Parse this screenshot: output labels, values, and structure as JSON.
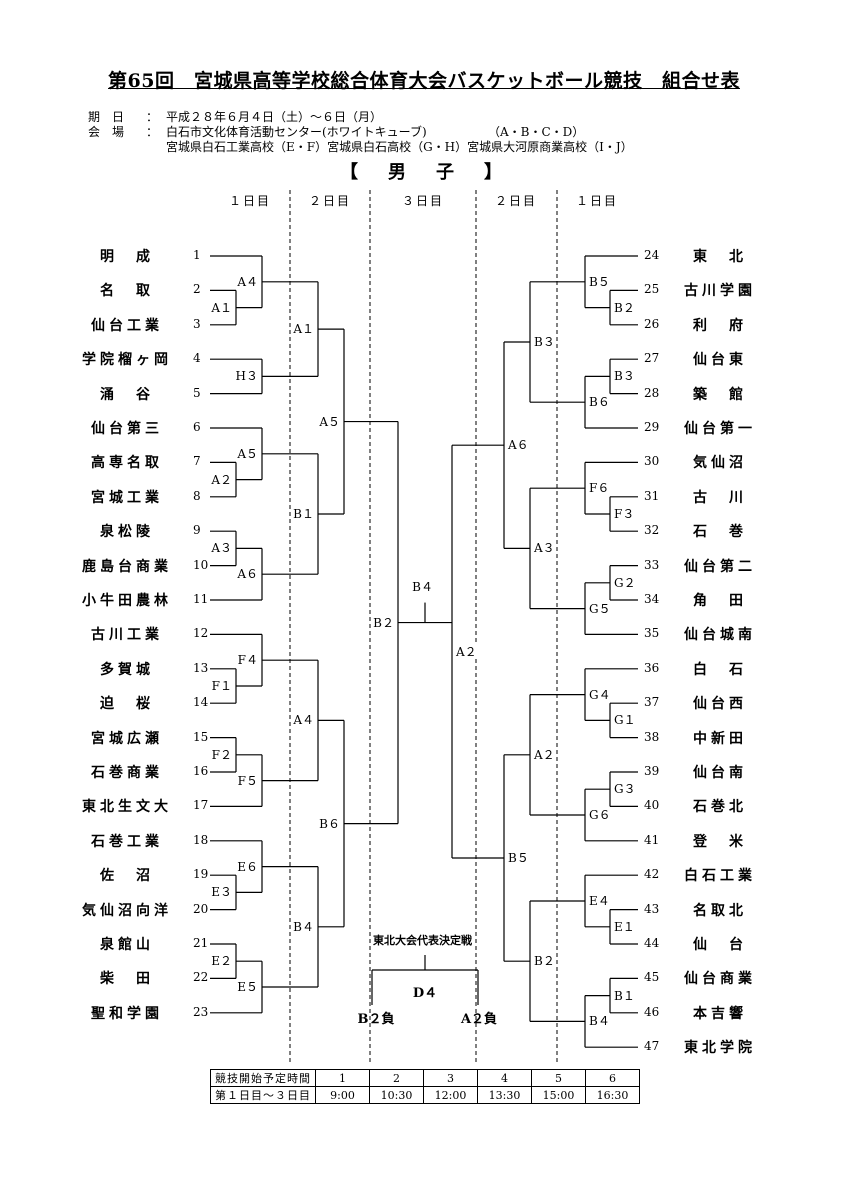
{
  "title": "第65回　宮城県高等学校総合体育大会バスケットボール競技　組合せ表",
  "info": {
    "date_label": "期　日",
    "date_colon": "：",
    "date_value": "平成２８年６月４日（土）～６日（月）",
    "venue_label": "会　場",
    "venue_colon": "：",
    "venue_line1": "白石市文化体育活動センター(ホワイトキューブ)",
    "venue_line1_courts": "（A・B・C・D）",
    "venue_line2": "宮城県白石工業高校（E・F）宮城県白石高校（G・H）宮城県大河原商業高校（I・J）"
  },
  "section_title": "【　男　子　】",
  "day_headers": [
    "１日目",
    "２日目",
    "３日目",
    "２日目",
    "１日目"
  ],
  "left_teams": [
    {
      "seed": "1",
      "name": "明　成"
    },
    {
      "seed": "2",
      "name": "名　取"
    },
    {
      "seed": "3",
      "name": "仙台工業"
    },
    {
      "seed": "4",
      "name": "学院榴ヶ岡"
    },
    {
      "seed": "5",
      "name": "涌　谷"
    },
    {
      "seed": "6",
      "name": "仙台第三"
    },
    {
      "seed": "7",
      "name": "高専名取"
    },
    {
      "seed": "8",
      "name": "宮城工業"
    },
    {
      "seed": "9",
      "name": "泉松陵"
    },
    {
      "seed": "10",
      "name": "鹿島台商業"
    },
    {
      "seed": "11",
      "name": "小牛田農林"
    },
    {
      "seed": "12",
      "name": "古川工業"
    },
    {
      "seed": "13",
      "name": "多賀城"
    },
    {
      "seed": "14",
      "name": "迫　桜"
    },
    {
      "seed": "15",
      "name": "宮城広瀬"
    },
    {
      "seed": "16",
      "name": "石巻商業"
    },
    {
      "seed": "17",
      "name": "東北生文大"
    },
    {
      "seed": "18",
      "name": "石巻工業"
    },
    {
      "seed": "19",
      "name": "佐　沼"
    },
    {
      "seed": "20",
      "name": "気仙沼向洋"
    },
    {
      "seed": "21",
      "name": "泉館山"
    },
    {
      "seed": "22",
      "name": "柴　田"
    },
    {
      "seed": "23",
      "name": "聖和学園"
    }
  ],
  "right_teams": [
    {
      "seed": "24",
      "name": "東　北"
    },
    {
      "seed": "25",
      "name": "古川学園"
    },
    {
      "seed": "26",
      "name": "利　府"
    },
    {
      "seed": "27",
      "name": "仙台東"
    },
    {
      "seed": "28",
      "name": "築　館"
    },
    {
      "seed": "29",
      "name": "仙台第一"
    },
    {
      "seed": "30",
      "name": "気仙沼"
    },
    {
      "seed": "31",
      "name": "古　川"
    },
    {
      "seed": "32",
      "name": "石　巻"
    },
    {
      "seed": "33",
      "name": "仙台第二"
    },
    {
      "seed": "34",
      "name": "角　田"
    },
    {
      "seed": "35",
      "name": "仙台城南"
    },
    {
      "seed": "36",
      "name": "白　石"
    },
    {
      "seed": "37",
      "name": "仙台西"
    },
    {
      "seed": "38",
      "name": "中新田"
    },
    {
      "seed": "39",
      "name": "仙台南"
    },
    {
      "seed": "40",
      "name": "石巻北"
    },
    {
      "seed": "41",
      "name": "登　米"
    },
    {
      "seed": "42",
      "name": "白石工業"
    },
    {
      "seed": "43",
      "name": "名取北"
    },
    {
      "seed": "44",
      "name": "仙　台"
    },
    {
      "seed": "45",
      "name": "仙台商業"
    },
    {
      "seed": "46",
      "name": "本吉響"
    },
    {
      "seed": "47",
      "name": "東北学院"
    }
  ],
  "match_labels": {
    "A1_r1": "A１",
    "A4_r2": "A４",
    "H3": "H３",
    "A1_r3": "A１",
    "A2_r1": "A２",
    "A5_r2": "A５",
    "A3_r1": "A３",
    "A6_r2": "A６",
    "B1": "B１",
    "A5_r4": "A５",
    "F1": "F１",
    "F4": "F４",
    "F2": "F２",
    "F5": "F５",
    "A4_r3": "A４",
    "E3": "E３",
    "E6": "E６",
    "E2": "E２",
    "E5": "E５",
    "B4_r3": "B４",
    "B6": "B６",
    "B2_l": "B２",
    "B4_final": "B４",
    "A2_r": "A２",
    "B2_r1": "B２",
    "B5_r2": "B５",
    "B3_r1": "B３",
    "B6_r2": "B６",
    "B3_r3": "B３",
    "F3": "F３",
    "F6": "F６",
    "G2": "G２",
    "G5": "G５",
    "A3_r3": "A３",
    "A6_r4": "A６",
    "G1": "G１",
    "G4": "G４",
    "G3": "G３",
    "G6": "G６",
    "A2_r3": "A２",
    "E1": "E１",
    "E4": "E４",
    "B1_r1": "B１",
    "B4_r2": "B４",
    "B2_r3": "B２",
    "B5_r4": "B５"
  },
  "final": {
    "title": "東北大会代表決定戦",
    "match": "D４",
    "left": "B２負",
    "right": "A２負"
  },
  "schedule": {
    "header_label": "競技開始予定時間",
    "slots": [
      "1",
      "2",
      "3",
      "4",
      "5",
      "6"
    ],
    "row_label": "第１日目～３日目",
    "times": [
      "9:00",
      "10:30",
      "12:00",
      "13:30",
      "15:00",
      "16:30"
    ]
  }
}
